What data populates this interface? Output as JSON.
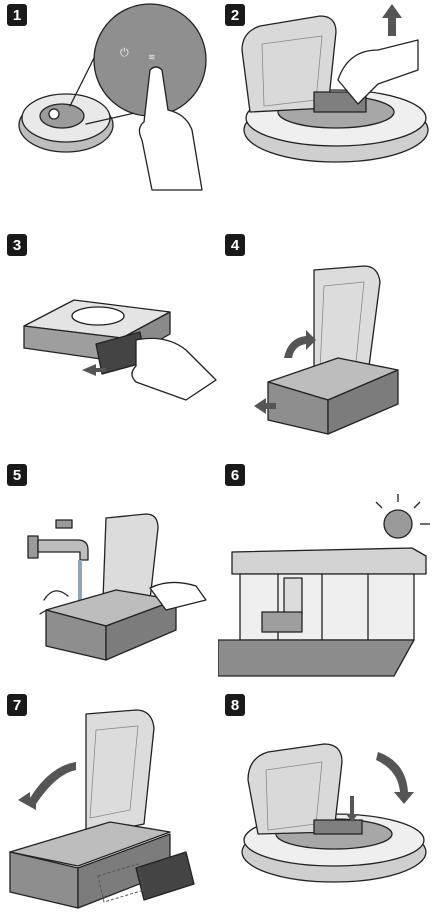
{
  "steps": [
    {
      "number": "1"
    },
    {
      "number": "2"
    },
    {
      "number": "3"
    },
    {
      "number": "4"
    },
    {
      "number": "5"
    },
    {
      "number": "6"
    },
    {
      "number": "7"
    },
    {
      "number": "8"
    }
  ],
  "colors": {
    "ink": "#222222",
    "badge": "#1a1a1a",
    "gray": "#8c8c8c",
    "light_gray": "#d6d6d6",
    "arrow": "#555555"
  }
}
